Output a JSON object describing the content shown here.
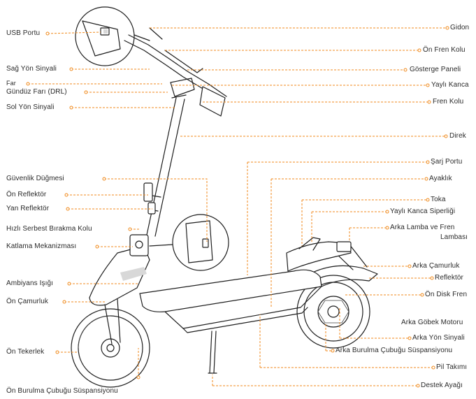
{
  "labels": {
    "usb_port": "USB Portu",
    "right_turn_signal": "Sağ Yön Sinyali",
    "headlight": "Far",
    "drl": "Gündüz Farı (DRL)",
    "left_turn_signal": "Sol Yön Sinyali",
    "safety_button": "Güvenlik Düğmesi",
    "front_reflector": "Ön Reflektör",
    "side_reflector": "Yan Reflektör",
    "quick_release_lever": "Hızlı Serbest Bırakma Kolu",
    "folding_mechanism": "Katlama Mekanizması",
    "ambient_light": "Ambiyans Işığı",
    "front_fender": "Ön Çamurluk",
    "front_wheel": "Ön Tekerlek",
    "front_torsion_suspension": "Ön Burulma Çubuğu Süspansiyonu",
    "handlebar": "Gidon",
    "front_brake_lever": "Ön Fren Kolu",
    "display_panel": "Gösterge Paneli",
    "spring_hook": "Yaylı Kanca",
    "brake_lever": "Fren Kolu",
    "stem": "Direk",
    "charging_port": "Şarj Portu",
    "kickstand": "Ayaklık",
    "buckle": "Toka",
    "spring_hook_cover": "Yaylı Kanca Siperliği",
    "tail_brake_light_line1": "Arka Lamba ve Fren",
    "tail_brake_light_line2": "Lambası",
    "rear_fender": "Arka Çamurluk",
    "reflector": "Reflektör",
    "front_disc_brake": "Ön Disk Fren",
    "rear_hub_motor": "Arka Göbek Motoru",
    "rear_turn_signal": "Arka Yön Sinyali",
    "rear_torsion_suspension": "Arka Burulma Çubuğu Süspansiyonu",
    "battery_pack": "Pil Takımı",
    "support_foot": "Destek Ayağı"
  },
  "colors": {
    "leader_line": "#f08a1c",
    "ink": "#1e1e1e",
    "text": "#2a2a2a"
  }
}
